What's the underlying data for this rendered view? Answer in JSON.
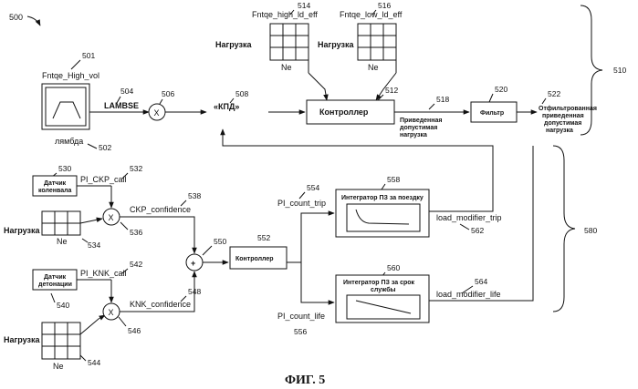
{
  "figure": {
    "number": "500",
    "caption": "ФИГ. 5"
  },
  "top": {
    "input_block": {
      "title": "Fntqe_High_vol",
      "ref": "501",
      "under_label": "лямбда",
      "under_ref": "502"
    },
    "lambse": {
      "label": "LAMBSE",
      "ref": "504"
    },
    "mult_top": {
      "symbol": "X",
      "ref": "506"
    },
    "kpd": {
      "label": "«КПД»",
      "ref": "508"
    },
    "table_high": {
      "title": "Fntqe_high_ld_eff",
      "ref": "514",
      "side_label": "Нагрузка",
      "bottom_label": "Ne"
    },
    "table_low": {
      "title": "Fntqe_low_ld_eff",
      "ref": "516",
      "side_label": "Нагрузка",
      "bottom_label": "Ne"
    },
    "controller": {
      "label": "Контроллер",
      "ref": "512"
    },
    "reduced_load": {
      "lines": [
        "Приведенная",
        "допустимая",
        "нагрузка"
      ],
      "ref": "518"
    },
    "filter": {
      "label": "Фильтр",
      "ref": "520"
    },
    "filtered_load": {
      "lines": [
        "Отфильтрованная",
        "приведенная",
        "допустимая",
        "нагрузка"
      ],
      "ref": "522"
    },
    "group_ref": "510"
  },
  "bottom": {
    "crank_sensor": {
      "lines": [
        "Датчик",
        "коленвала"
      ],
      "ref": "530"
    },
    "pi_ckp": {
      "label": "PI_CKP_call",
      "ref": "532"
    },
    "table_ckp": {
      "side_label": "Нагрузка",
      "bottom_label": "Ne",
      "ref": "534"
    },
    "mult_ckp": {
      "symbol": "X",
      "ref": "536"
    },
    "ckp_conf": {
      "label": "CKP_confidence",
      "ref": "538"
    },
    "knock_sensor": {
      "lines": [
        "Датчик",
        "детонации"
      ],
      "ref": "540"
    },
    "pi_knk": {
      "label": "PI_KNK_call",
      "ref": "542"
    },
    "table_knk": {
      "side_label": "Нагрузка",
      "bottom_label": "Ne",
      "ref": "544"
    },
    "mult_knk": {
      "symbol": "X",
      "ref": "546"
    },
    "knk_conf": {
      "label": "KNK_confidence",
      "ref": "548"
    },
    "sum": {
      "symbol": "+",
      "ref": "550"
    },
    "controller": {
      "label": "Контроллер",
      "ref": "552"
    },
    "pi_trip": {
      "label": "PI_count_trip",
      "ref": "554"
    },
    "pi_life": {
      "label": "PI_count_life",
      "ref": "556"
    },
    "integrator_trip": {
      "label": "Интегратор ПЗ за поездку",
      "ref": "558"
    },
    "integrator_life": {
      "lines": [
        "Интегратор ПЗ за срок",
        "службы"
      ],
      "ref": "560"
    },
    "lm_trip": {
      "label": "load_modifier_trip",
      "ref": "562"
    },
    "lm_life": {
      "label": "load_modifier_life",
      "ref": "564"
    },
    "group_ref": "580"
  }
}
